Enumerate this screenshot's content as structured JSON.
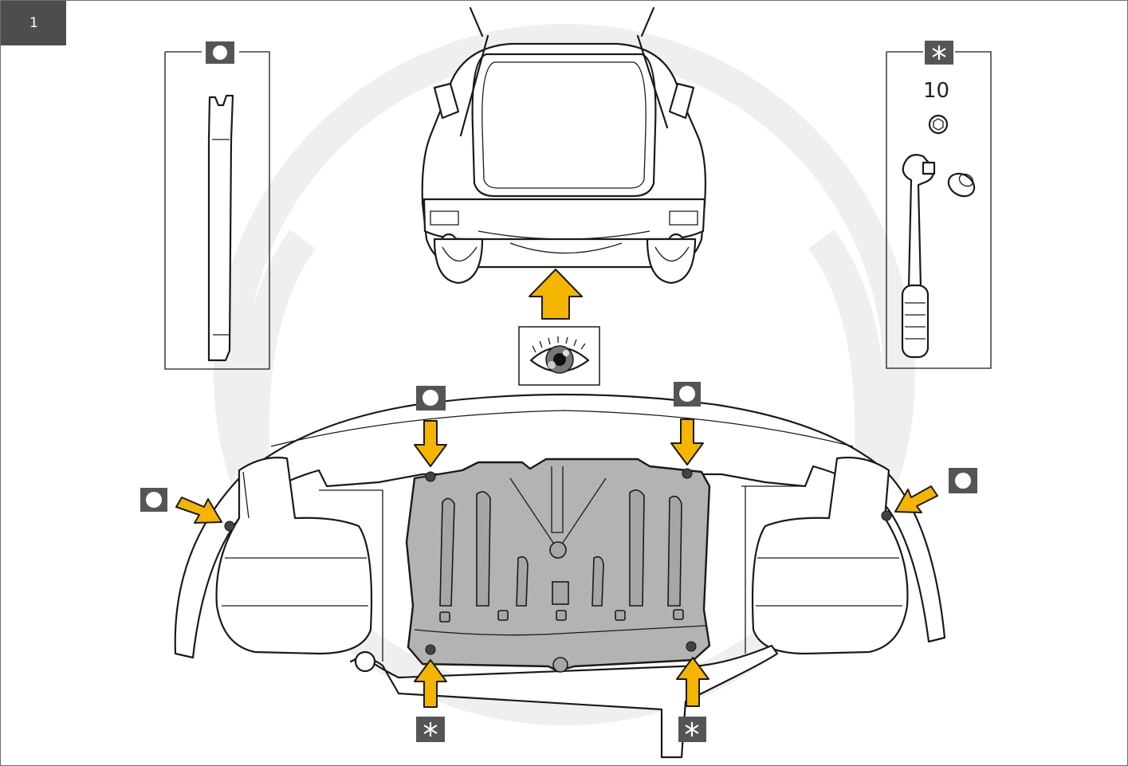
{
  "step": {
    "number": "1"
  },
  "tools": {
    "trim_tool": {
      "mark": "circle"
    },
    "socket_wrench": {
      "mark": "asterisk",
      "size_label": "10"
    }
  },
  "callouts": {
    "clip_mark": "circle",
    "bolt_mark": "asterisk",
    "view_mark": "eye"
  },
  "colors": {
    "arrow": "#f5b400",
    "mark_background": "#555555",
    "skid_plate": "#b3b3b3",
    "watermark": "#efefef",
    "outline": "#1a1a1a"
  }
}
